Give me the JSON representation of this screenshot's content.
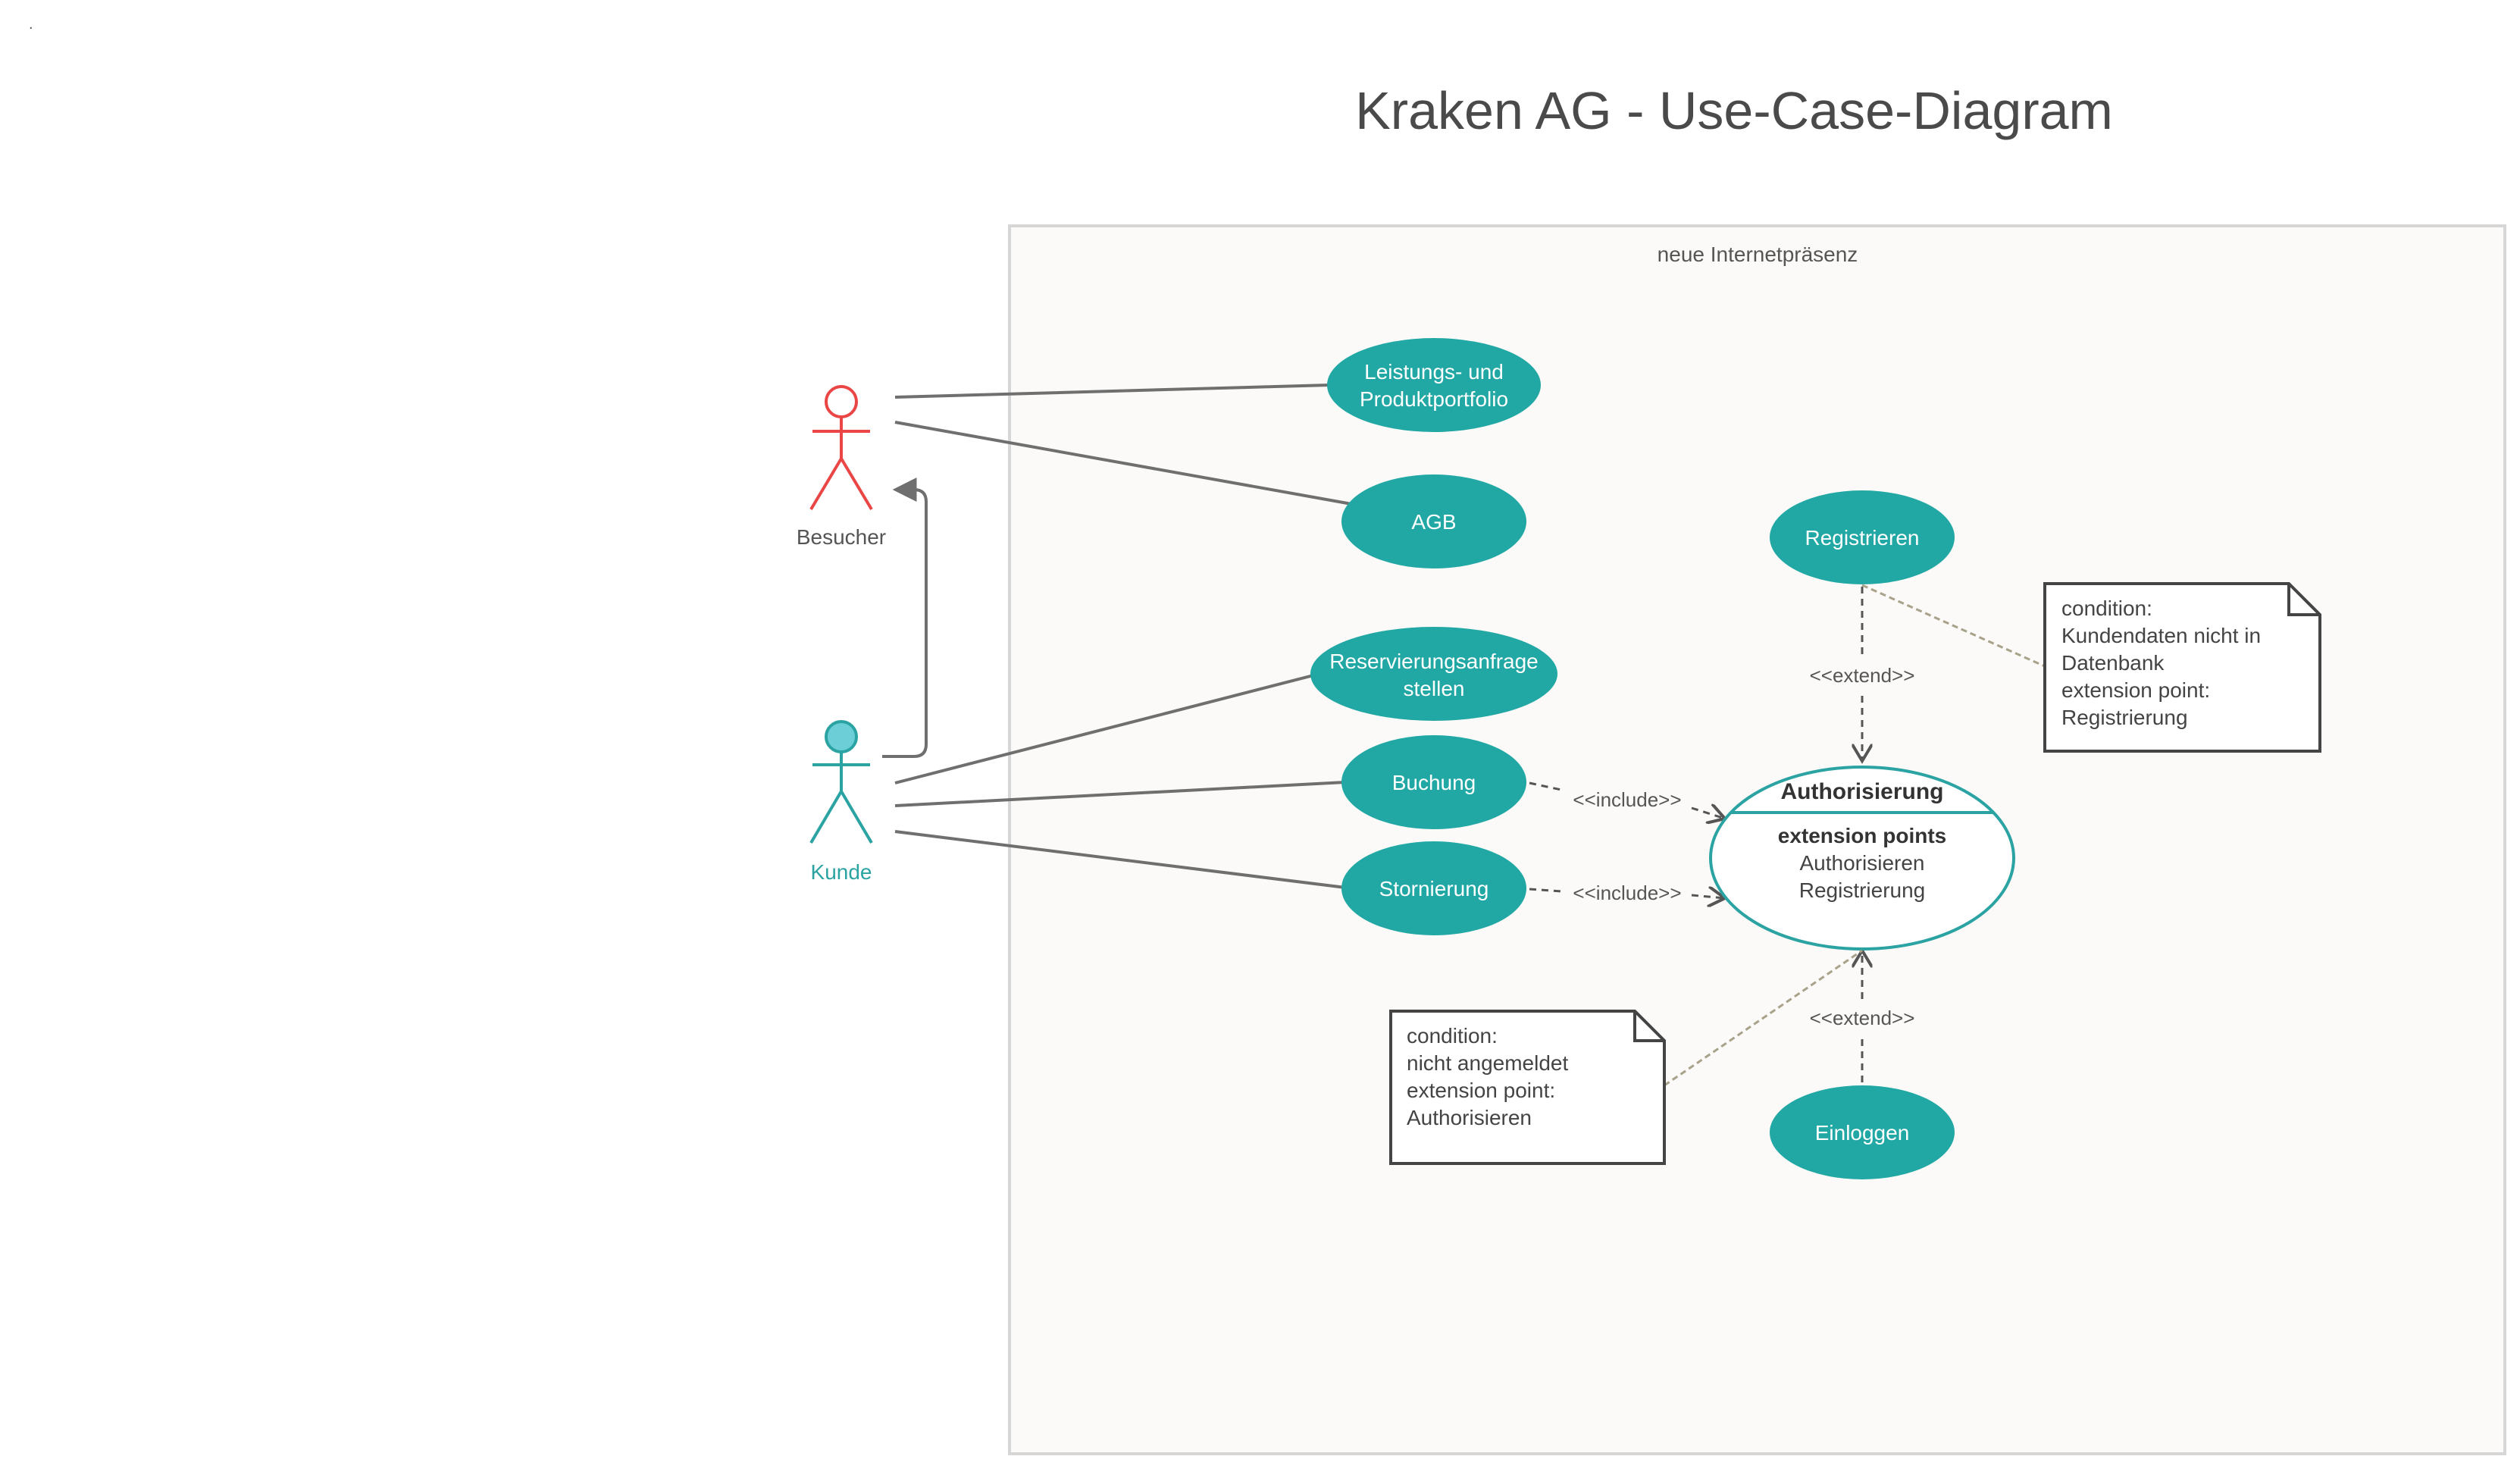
{
  "corner_mark": ".",
  "title": "Kraken AG - Use-Case-Diagram",
  "system_boundary": {
    "label": "neue Internetpräsenz"
  },
  "colors": {
    "use_case_fill": "#22a8a4",
    "visitor_actor": "#ea4646",
    "customer_actor": "#2aa3a2",
    "customer_head": "#6ccfd8",
    "line": "#6f6f6f",
    "note_connector": "#a8a28a",
    "boundary_fill": "#fbfaf8",
    "boundary_stroke": "#d6d6d6"
  },
  "actors": {
    "visitor": {
      "label": "Besucher",
      "icon": "stick-figure-icon"
    },
    "customer": {
      "label": "Kunde",
      "icon": "stick-figure-icon"
    }
  },
  "use_cases": {
    "portfolio": {
      "line1": "Leistungs- und",
      "line2": "Produktportfolio"
    },
    "agb": {
      "label": "AGB"
    },
    "reservation": {
      "line1": "Reservierungsanfrage",
      "line2": "stellen"
    },
    "booking": {
      "label": "Buchung"
    },
    "cancellation": {
      "label": "Stornierung"
    },
    "register": {
      "label": "Registrieren"
    },
    "login": {
      "label": "Einloggen"
    }
  },
  "authorization": {
    "title": "Authorisierung",
    "extension_header": "extension points",
    "points": [
      "Authorisieren",
      "Registrierung"
    ]
  },
  "relationships": {
    "include": "<<include>>",
    "extend": "<<extend>>"
  },
  "notes": {
    "register_condition": [
      "condition:",
      "Kundendaten nicht in",
      "Datenbank",
      "extension point:",
      "Registrierung"
    ],
    "login_condition": [
      "condition:",
      "nicht angemeldet",
      "extension point:",
      "Authorisieren"
    ]
  }
}
